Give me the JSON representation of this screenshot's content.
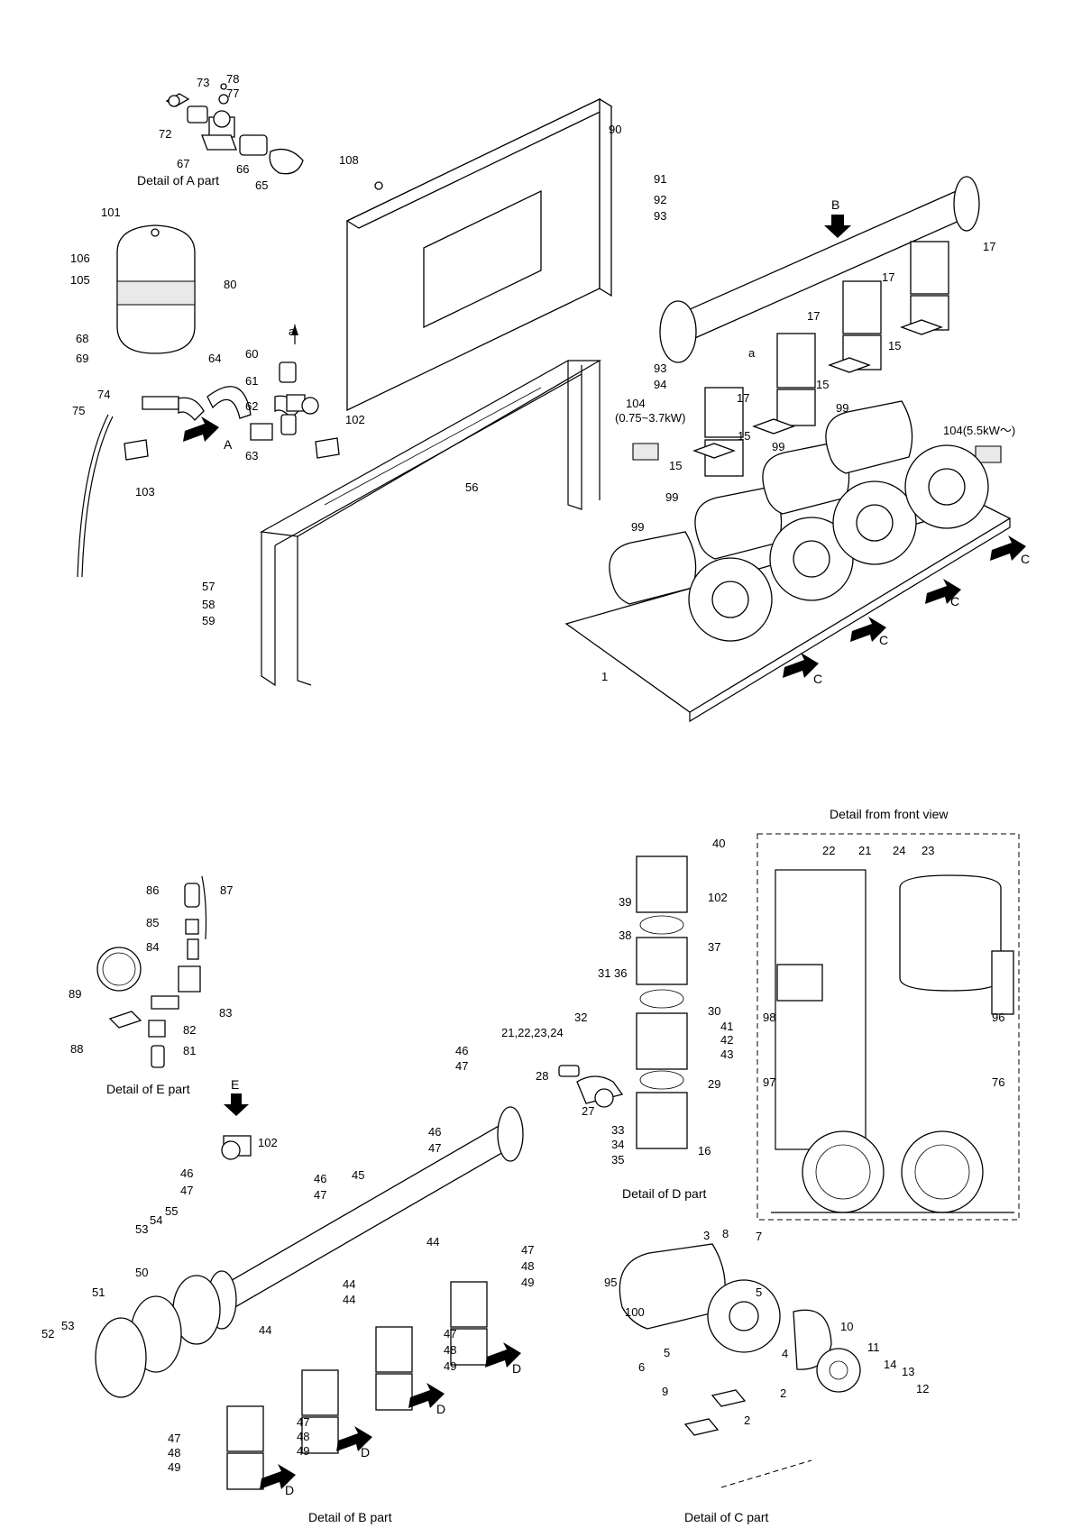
{
  "captions": {
    "detail_a": "Detail of A part",
    "detail_b": "Detail of B part",
    "detail_c": "Detail of C part",
    "detail_d": "Detail of D part",
    "detail_e": "Detail of E part",
    "detail_front": "Detail from front view"
  },
  "arrow_letters": {
    "a": "A",
    "b": "B",
    "c": "C",
    "d": "D",
    "e": "E",
    "small_a": "a"
  },
  "notes": {
    "n104_small": "104",
    "n104_small_range": "(0.75~3.7kW)",
    "n104_large": "104(5.5kW～)",
    "n21_24": "21,22,23,24"
  },
  "parts": {
    "p1": "1",
    "p2": "2",
    "p3": "3",
    "p4": "4",
    "p5": "5",
    "p6": "6",
    "p7": "7",
    "p8": "8",
    "p9": "9",
    "p10": "10",
    "p11": "11",
    "p12": "12",
    "p13": "13",
    "p14": "14",
    "p15": "15",
    "p16": "16",
    "p17": "17",
    "p21": "21",
    "p22": "22",
    "p23": "23",
    "p24": "24",
    "p27": "27",
    "p28": "28",
    "p29": "29",
    "p30": "30",
    "p31": "31",
    "p32": "32",
    "p33": "33",
    "p34": "34",
    "p35": "35",
    "p36": "36",
    "p37": "37",
    "p38": "38",
    "p39": "39",
    "p40": "40",
    "p41": "41",
    "p42": "42",
    "p43": "43",
    "p44": "44",
    "p45": "45",
    "p46": "46",
    "p47": "47",
    "p48": "48",
    "p49": "49",
    "p50": "50",
    "p51": "51",
    "p52": "52",
    "p53": "53",
    "p54": "54",
    "p55": "55",
    "p56": "56",
    "p57": "57",
    "p58": "58",
    "p59": "59",
    "p60": "60",
    "p61": "61",
    "p62": "62",
    "p63": "63",
    "p64": "64",
    "p65": "65",
    "p66": "66",
    "p67": "67",
    "p68": "68",
    "p69": "69",
    "p72": "72",
    "p73": "73",
    "p74": "74",
    "p75": "75",
    "p76": "76",
    "p77": "77",
    "p78": "78",
    "p80": "80",
    "p81": "81",
    "p82": "82",
    "p83": "83",
    "p84": "84",
    "p85": "85",
    "p86": "86",
    "p87": "87",
    "p88": "88",
    "p89": "89",
    "p90": "90",
    "p91": "91",
    "p92": "92",
    "p93": "93",
    "p94": "94",
    "p95": "95",
    "p96": "96",
    "p97": "97",
    "p98": "98",
    "p99": "99",
    "p100": "100",
    "p101": "101",
    "p102": "102",
    "p103": "103",
    "p105": "105",
    "p106": "106",
    "p108": "108"
  }
}
